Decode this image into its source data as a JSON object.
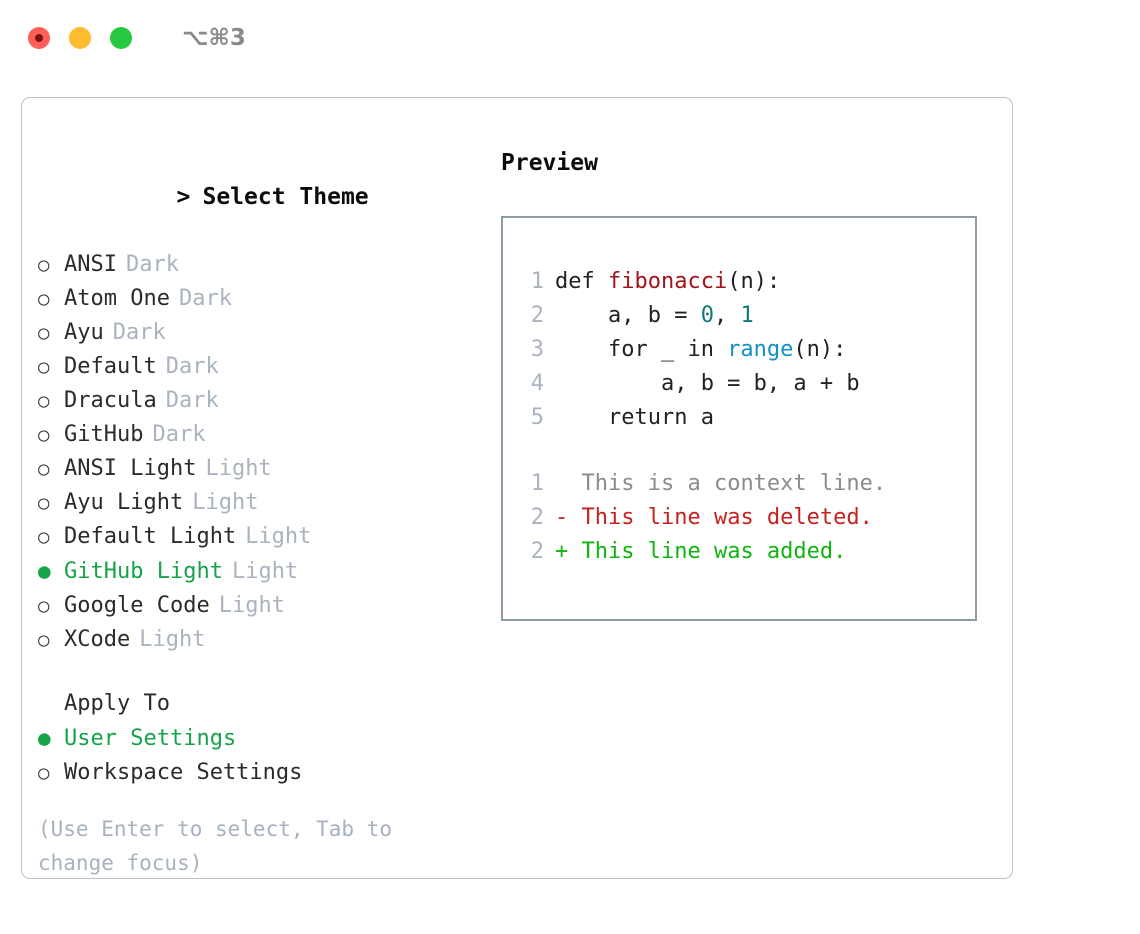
{
  "titlebar": {
    "shortcut": "⌥⌘3",
    "buttons": [
      {
        "name": "close",
        "color": "#ff5f57"
      },
      {
        "name": "minimize",
        "color": "#febc2e"
      },
      {
        "name": "maximize",
        "color": "#28c840"
      }
    ]
  },
  "left": {
    "heading": "Select Theme",
    "caret": ">",
    "bullet_unselected": "○",
    "bullet_selected": "●",
    "themes": [
      {
        "label": "ANSI",
        "tag": "Dark",
        "selected": false
      },
      {
        "label": "Atom One",
        "tag": "Dark",
        "selected": false
      },
      {
        "label": "Ayu",
        "tag": "Dark",
        "selected": false
      },
      {
        "label": "Default",
        "tag": "Dark",
        "selected": false
      },
      {
        "label": "Dracula",
        "tag": "Dark",
        "selected": false
      },
      {
        "label": "GitHub",
        "tag": "Dark",
        "selected": false
      },
      {
        "label": "ANSI Light",
        "tag": "Light",
        "selected": false
      },
      {
        "label": "Ayu Light",
        "tag": "Light",
        "selected": false
      },
      {
        "label": "Default Light",
        "tag": "Light",
        "selected": false
      },
      {
        "label": "GitHub Light",
        "tag": "Light",
        "selected": true
      },
      {
        "label": "Google Code",
        "tag": "Light",
        "selected": false
      },
      {
        "label": "XCode",
        "tag": "Light",
        "selected": false
      }
    ],
    "apply_to_heading": "Apply To",
    "apply_to": [
      {
        "label": "User Settings",
        "selected": true
      },
      {
        "label": "Workspace Settings",
        "selected": false
      }
    ],
    "hint": "(Use Enter to select, Tab to change focus)"
  },
  "right": {
    "heading": "Preview",
    "code_lines": [
      {
        "num": "1",
        "parts": [
          {
            "t": "def ",
            "c": "plain"
          },
          {
            "t": "fibonacci",
            "c": "fn"
          },
          {
            "t": "(n):",
            "c": "plain"
          }
        ]
      },
      {
        "num": "2",
        "parts": [
          {
            "t": "    a, b = ",
            "c": "plain"
          },
          {
            "t": "0",
            "c": "num"
          },
          {
            "t": ", ",
            "c": "plain"
          },
          {
            "t": "1",
            "c": "num"
          }
        ]
      },
      {
        "num": "3",
        "parts": [
          {
            "t": "    for _ in ",
            "c": "plain"
          },
          {
            "t": "range",
            "c": "builtin"
          },
          {
            "t": "(n):",
            "c": "plain"
          }
        ]
      },
      {
        "num": "4",
        "parts": [
          {
            "t": "        a, b = b, a + b",
            "c": "plain"
          }
        ]
      },
      {
        "num": "5",
        "parts": [
          {
            "t": "    return a",
            "c": "plain"
          }
        ]
      }
    ],
    "diff_lines": [
      {
        "num": "1",
        "marker": "  ",
        "text": "This is a context line.",
        "kind": "ctx"
      },
      {
        "num": "2",
        "marker": "- ",
        "text": "This line was deleted.",
        "kind": "del"
      },
      {
        "num": "2",
        "marker": "+ ",
        "text": "This line was added.",
        "kind": "add"
      }
    ]
  },
  "colors": {
    "accent_green": "#16a34a",
    "diff_added": "#11b411",
    "diff_deleted": "#c5221f",
    "diff_context": "#8c8c8c",
    "muted": "#aab3bf",
    "hint": "#a7b1c0",
    "border": "#8d9aaa",
    "card_border": "#b9c2cd",
    "syntax_function": "#a3131a",
    "syntax_number": "#0f7b74",
    "syntax_builtin": "#1390c4"
  }
}
